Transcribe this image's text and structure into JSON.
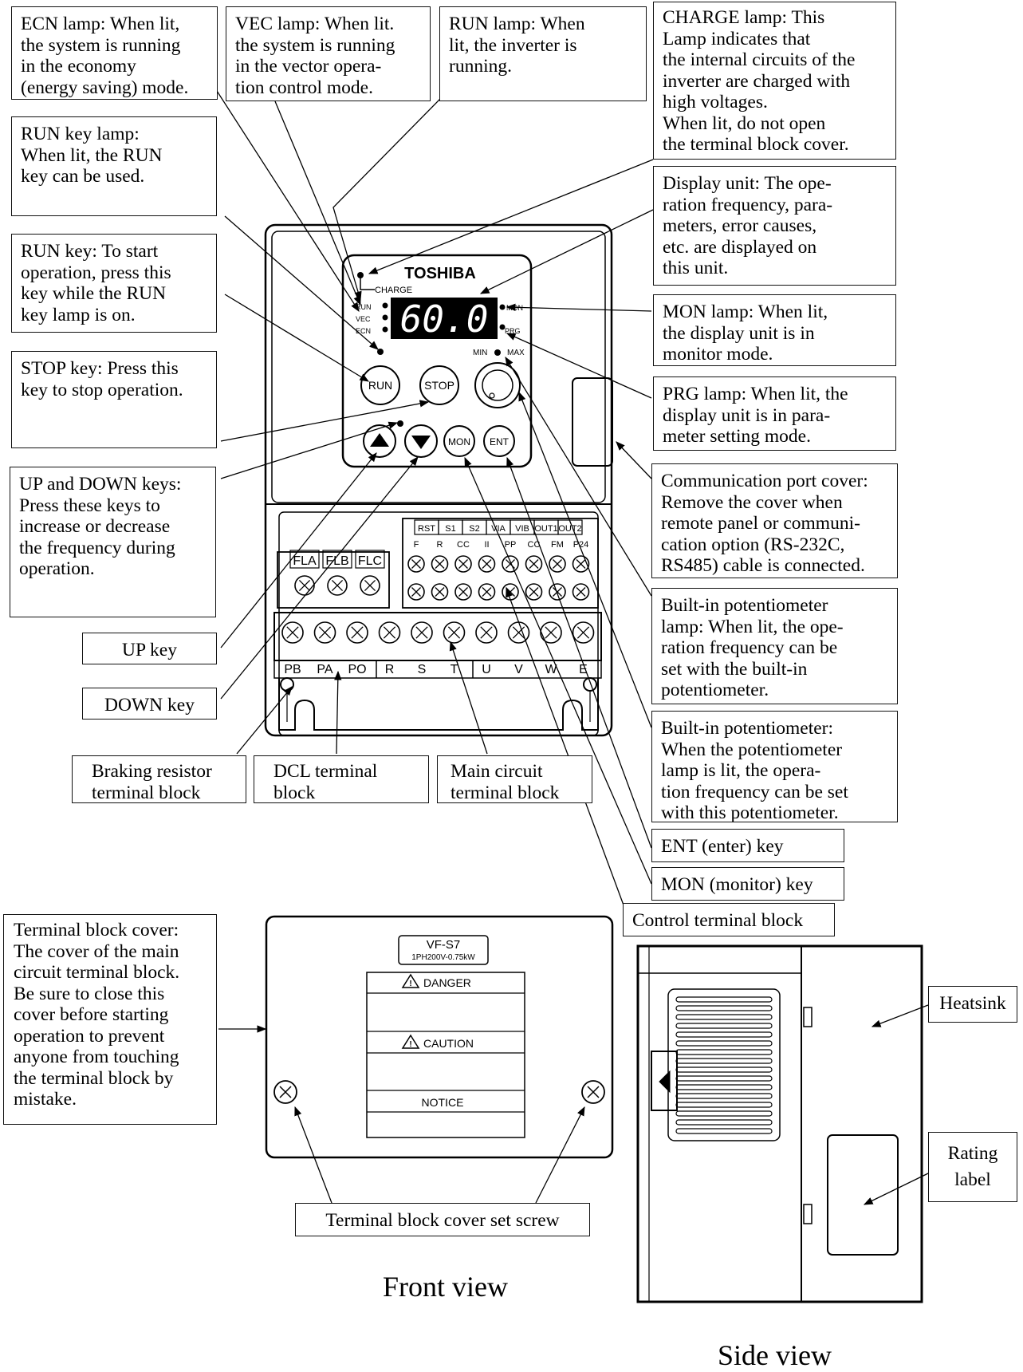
{
  "callouts": {
    "ecn_lamp": "ECN lamp: When lit,\nthe system is running\nin the economy\n(energy saving) mode.",
    "vec_lamp": "VEC lamp: When lit.\nthe system is running\nin the vector opera-\ntion control mode.",
    "run_lamp": "RUN lamp: When\nlit, the inverter is\nrunning.",
    "charge_lamp": "CHARGE lamp: This\nLamp indicates that\nthe internal circuits of the\ninverter are charged with\nhigh voltages.\nWhen lit, do not open\nthe terminal block cover.",
    "run_key_lamp": "RUN key lamp:\nWhen lit, the RUN\nkey can be used.",
    "display_unit": "Display unit: The ope-\nration frequency, para-\nmeters, error causes,\netc. are displayed on\nthis unit.",
    "run_key": "RUN key: To start\noperation, press this\nkey while the RUN\nkey lamp is on.",
    "mon_lamp": "MON lamp: When lit,\nthe display unit is in\nmonitor mode.",
    "stop_key": "STOP key: Press this\nkey to stop operation.",
    "prg_lamp": "PRG lamp: When lit, the\ndisplay unit is in para-\nmeter setting mode.",
    "comm_port_cover": "Communication port cover:\nRemove the cover when\nremote panel or communi-\ncation option (RS-232C,\nRS485) cable is connected.",
    "up_down_keys": "UP and DOWN keys:\nPress these keys to\nincrease or decrease\nthe frequency during\noperation.",
    "pot_lamp": "Built-in potentiometer\nlamp: When lit, the ope-\nration frequency can be\nset with the built-in\npotentiometer.",
    "up_key": "UP key",
    "down_key": "DOWN key",
    "builtin_pot": "Built-in potentiometer:\nWhen the potentiometer\nlamp is lit, the opera-\ntion frequency can be set\nwith this potentiometer.",
    "braking_resistor": "Braking resistor\nterminal block",
    "dcl_terminal": "DCL terminal\nblock",
    "main_circuit": "Main circuit\nterminal block",
    "ent_key": "ENT (enter) key",
    "mon_key": "MON (monitor) key",
    "control_terminal": "Control terminal block",
    "terminal_cover": "Terminal block cover:\nThe cover of the main\ncircuit terminal block.\nBe sure to close this\ncover before starting\noperation to prevent\nanyone from touching\nthe terminal block by\nmistake.",
    "cover_screw": "Terminal block cover set screw",
    "heatsink": "Heatsink",
    "rating_label": "Rating\nlabel"
  },
  "captions": {
    "front_view": "Front view",
    "side_view": "Side view"
  },
  "panel": {
    "brand": "TOSHIBA",
    "charge": "CHARGE",
    "display_value": "60.0",
    "lamp_run": "RUN",
    "lamp_vec": "VEC",
    "lamp_ecn": "ECN",
    "lamp_mon": "MON",
    "lamp_prg": "PRG",
    "pot_min": "MIN",
    "pot_max": "MAX",
    "key_run": "RUN",
    "key_stop": "STOP",
    "key_mon": "MON",
    "key_ent": "ENT"
  },
  "terminals": {
    "fl": [
      "FLA",
      "FLB",
      "FLC"
    ],
    "control_top": [
      "RST",
      "S1",
      "S2",
      "VIA",
      "VIB",
      "OUT1",
      "OUT2"
    ],
    "control_bottom": [
      "F",
      "R",
      "CC",
      "II",
      "PP",
      "CC",
      "FM",
      "P24"
    ],
    "main": [
      "PB",
      "PA",
      "PO",
      "R",
      "S",
      "T",
      "U",
      "V",
      "W",
      "E"
    ]
  },
  "cover": {
    "model": "VF-S7",
    "rating": "1PH200V-0.75kW",
    "danger": "DANGER",
    "caution": "CAUTION",
    "notice": "NOTICE"
  }
}
